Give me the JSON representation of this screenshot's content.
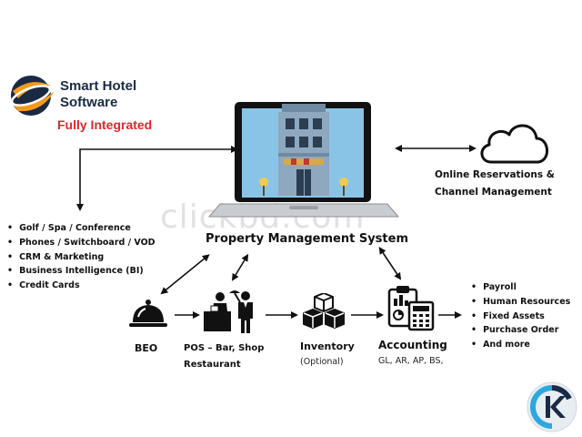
{
  "logo": {
    "line1": "Smart Hotel",
    "line2": "Software",
    "tagline": "Fully Integrated"
  },
  "center": {
    "title": "Property Management System"
  },
  "cloud": {
    "line1": "Online Reservations &",
    "line2": "Channel Management"
  },
  "left_list": [
    "Golf / Spa / Conference",
    "Phones / Switchboard / VOD",
    "CRM & Marketing",
    "Business Intelligence (BI)",
    "Credit Cards"
  ],
  "right_list": [
    "Payroll",
    "Human Resources",
    "Fixed Assets",
    "Purchase Order",
    "And more"
  ],
  "modules": {
    "beo": {
      "label": "BEO"
    },
    "pos": {
      "line1": "POS – Bar, Shop",
      "line2": "Restaurant"
    },
    "inventory": {
      "label": "Inventory",
      "note": "(Optional)"
    },
    "accounting": {
      "label": "Accounting",
      "note": "GL, AR, AP, BS,"
    }
  },
  "watermark": {
    "text": "clickbd.com"
  },
  "colors": {
    "accent_red": "#e0262b",
    "logo_orange": "#f39a1b",
    "logo_navy": "#1a2a44",
    "building": "#8ea8c0",
    "screen": "#89c4e6"
  },
  "icons": [
    "globe-logo-icon",
    "laptop-building-icon",
    "cloud-icon",
    "cloche-icon",
    "waiter-counter-icon",
    "boxes-icon",
    "calculator-clipboard-icon",
    "clickbd-badge-icon"
  ]
}
